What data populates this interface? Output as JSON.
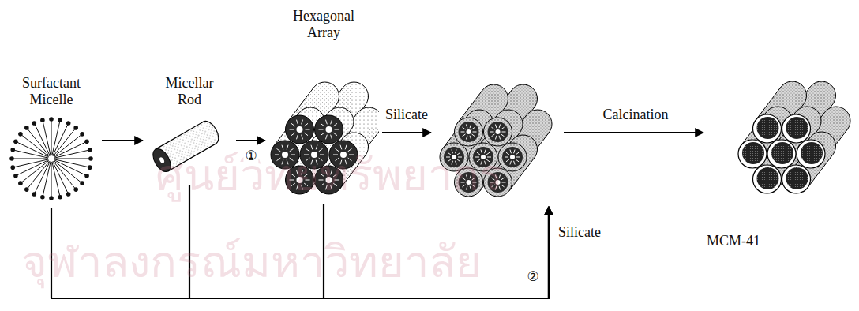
{
  "diagram": {
    "nodes": [
      {
        "text": [
          "Surfactant Micelle"
        ]
      },
      {
        "text": [
          "Micellar Rod"
        ]
      },
      {
        "text": [
          "Hexagonal Array"
        ]
      },
      {
        "text": []
      },
      {
        "text": [
          "MCM-41"
        ]
      }
    ],
    "edges": [
      {
        "from": 0,
        "to": 1,
        "arrow": "to"
      },
      {
        "from": 1,
        "to": 2,
        "arrow": "to",
        "label": "①"
      },
      {
        "from": 2,
        "to": 3,
        "arrow": "to",
        "label": "Silicate"
      },
      {
        "from": 3,
        "to": 4,
        "arrow": "to",
        "label": "Calcination"
      },
      {
        "from": 0,
        "to": 3,
        "arrow": "to"
      },
      {
        "from": 1,
        "to": 3,
        "arrow": "to"
      },
      {
        "from": 2,
        "to": 3,
        "arrow": "to"
      }
    ],
    "labels": [
      "②",
      "Silicate",
      "ศูนย์วิทยทรัพยากร",
      "จุฬาลงกรณ์มหาวิทยาลัย"
    ]
  }
}
